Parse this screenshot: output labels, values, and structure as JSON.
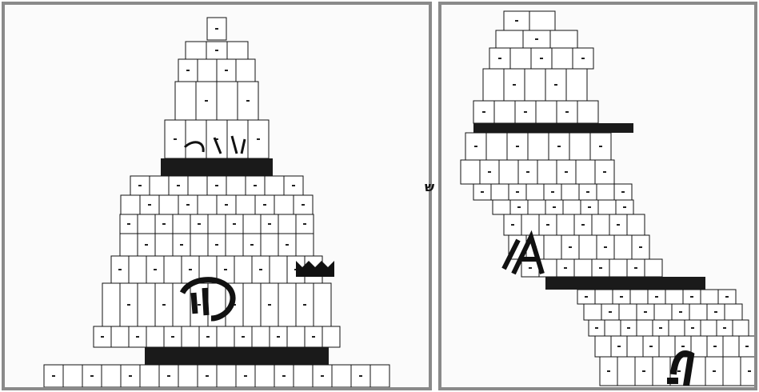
{
  "panels": [
    {
      "name": "left-drawing",
      "kind": "block-pyramid-of-glyphs"
    },
    {
      "name": "right-drawing",
      "kind": "leaning-tower-of-glyphs"
    }
  ],
  "gap_glyph": "ש",
  "colors": {
    "frame": "#8a8a8a",
    "ink": "#111111",
    "paper": "#ffffff"
  }
}
